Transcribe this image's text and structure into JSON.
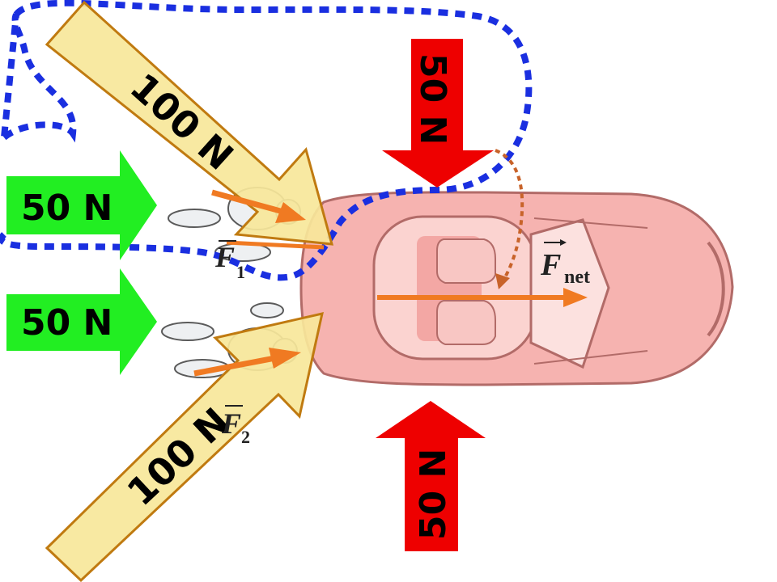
{
  "colors": {
    "background": "#ffffff",
    "car_body": "#f6b3b0",
    "car_outline": "#b26b68",
    "car_interior": "#fbd3d0",
    "seat": "#f8c6c3",
    "force_arrow": "#f07a22",
    "push_arrow_fill": "#f7e79a",
    "push_arrow_outline": "#c07a10",
    "green_arrow": "#22ee22",
    "red_arrow": "#ee0000",
    "dotted_outline": "#1a2fe0",
    "dotted_curve": "#c8632a"
  },
  "icons": {
    "person_top": "person-pushing-icon",
    "person_bottom": "person-pushing-icon",
    "car": "car-top-view-icon"
  },
  "labels": {
    "green_top": "50 N",
    "green_bottom": "50 N",
    "red_top": "50 N",
    "red_bottom": "50 N",
    "yellow_top": "100 N",
    "yellow_bottom": "100 N",
    "f1_symbol": "F",
    "f1_subscript": "1",
    "f2_symbol": "F",
    "f2_subscript": "2",
    "fnet_symbol": "F",
    "fnet_subscript": "net"
  }
}
